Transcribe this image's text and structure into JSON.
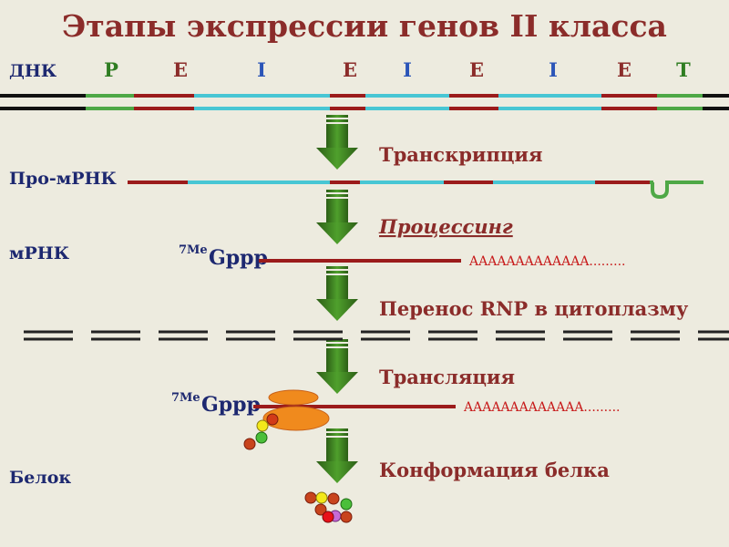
{
  "title": "Этапы экспрессии генов II класса",
  "colors": {
    "title": "#8b2c2a",
    "label": "#1d2870",
    "exon": "#9b1b1b",
    "intron": "#48c6d4",
    "promoter": "#4ea846",
    "terminator": "#4ea846",
    "arrow": "#2e6b16",
    "poly_a": "#c71a1a",
    "background": "#edebdf"
  },
  "rows": {
    "dna": "ДНК",
    "pro_mrna": "Про-мРНК",
    "mrna": "мРНК",
    "protein": "Белок"
  },
  "dna_segments": [
    {
      "label": "P",
      "type": "promoter",
      "color": "#4ea846"
    },
    {
      "label": "E",
      "type": "exon",
      "color": "#9b1b1b"
    },
    {
      "label": "I",
      "type": "intron",
      "color": "#48c6d4"
    },
    {
      "label": "E",
      "type": "exon",
      "color": "#9b1b1b"
    },
    {
      "label": "I",
      "type": "intron",
      "color": "#48c6d4"
    },
    {
      "label": "E",
      "type": "exon",
      "color": "#9b1b1b"
    },
    {
      "label": "I",
      "type": "intron",
      "color": "#48c6d4"
    },
    {
      "label": "E",
      "type": "exon",
      "color": "#9b1b1b"
    },
    {
      "label": "T",
      "type": "terminator",
      "color": "#4ea846"
    }
  ],
  "steps": [
    {
      "label": "Транскрипция",
      "italic": false,
      "underline": false
    },
    {
      "label": "Процессинг",
      "italic": true,
      "underline": true
    },
    {
      "label": "Перенос RNP в цитоплазму",
      "italic": false,
      "underline": false
    },
    {
      "label": "Трансляция",
      "italic": false,
      "underline": false
    },
    {
      "label": "Конформация белка",
      "italic": false,
      "underline": false
    }
  ],
  "cap": {
    "superscript": "7Me",
    "main": "Gppp"
  },
  "poly_a_tail": "AAAAAAAAAAAAA.........",
  "icons": {
    "step_arrow": "down-arrow-icon",
    "ribosome": "ribosome-icon",
    "amino_acid": "amino-acid-icon",
    "nuclear_membrane": "nuclear-membrane-icon",
    "hairpin": "terminator-hairpin-icon"
  }
}
